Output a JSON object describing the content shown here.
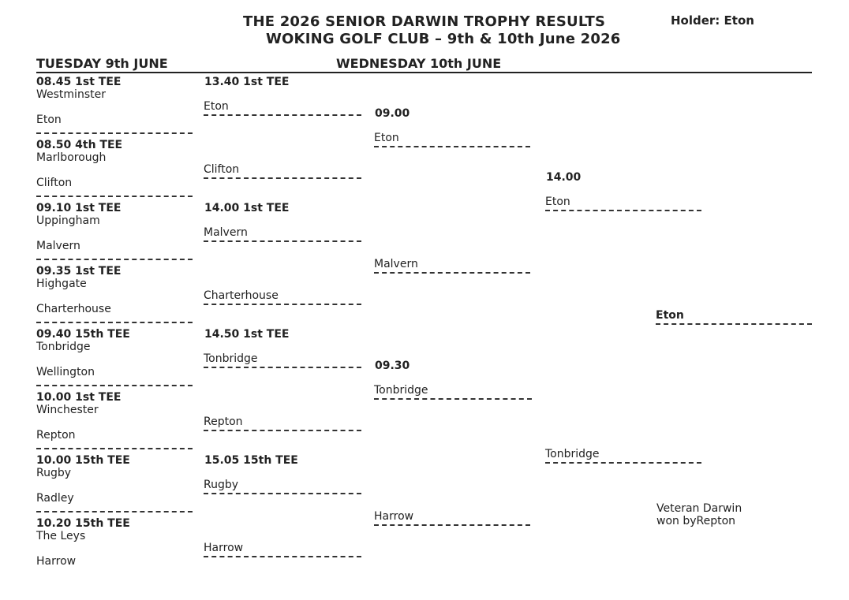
{
  "header": {
    "title_line1": "THE 2026 SENIOR DARWIN TROPHY RESULTS",
    "title_line2": "WOKING GOLF CLUB – 9th & 10th June 2026",
    "holder": "Holder: Eton"
  },
  "days": {
    "tuesday": "TUESDAY 9th JUNE",
    "wednesday": "WEDNESDAY 10th JUNE"
  },
  "round1": [
    {
      "time": "08.45   1st TEE",
      "home": "Westminster",
      "away": "Eton"
    },
    {
      "time": "08.50   4th TEE",
      "home": "Marlborough",
      "away": "Clifton"
    },
    {
      "time": "09.10   1st TEE",
      "home": "Uppingham",
      "away": "Malvern"
    },
    {
      "time": "09.35   1st TEE",
      "home": "Highgate",
      "away": "Charterhouse"
    },
    {
      "time": "09.40   15th TEE",
      "home": "Tonbridge",
      "away": "Wellington"
    },
    {
      "time": "10.00   1st TEE",
      "home": "Winchester",
      "away": "Repton"
    },
    {
      "time": "10.00   15th TEE",
      "home": "Rugby",
      "away": "Radley"
    },
    {
      "time": "10.20   15th TEE",
      "home": "The Leys",
      "away": "Harrow"
    }
  ],
  "round2": {
    "times": [
      "13.40   1st TEE",
      "14.00   1st TEE",
      "14.50   1st TEE",
      "15.05   15th TEE"
    ],
    "winners": [
      "Eton",
      "Clifton",
      "Malvern",
      "Charterhouse",
      "Tonbridge",
      "Repton",
      "Rugby",
      "Harrow"
    ]
  },
  "semis": {
    "times": [
      "09.00",
      "09.30"
    ],
    "winners": [
      "Eton",
      "Malvern",
      "Tonbridge",
      "Harrow"
    ]
  },
  "final": {
    "time": "14.00",
    "winners": [
      "Eton",
      "Tonbridge"
    ],
    "champion": "Eton"
  },
  "note": {
    "line1": "Veteran Darwin",
    "line2": "won byRepton"
  }
}
